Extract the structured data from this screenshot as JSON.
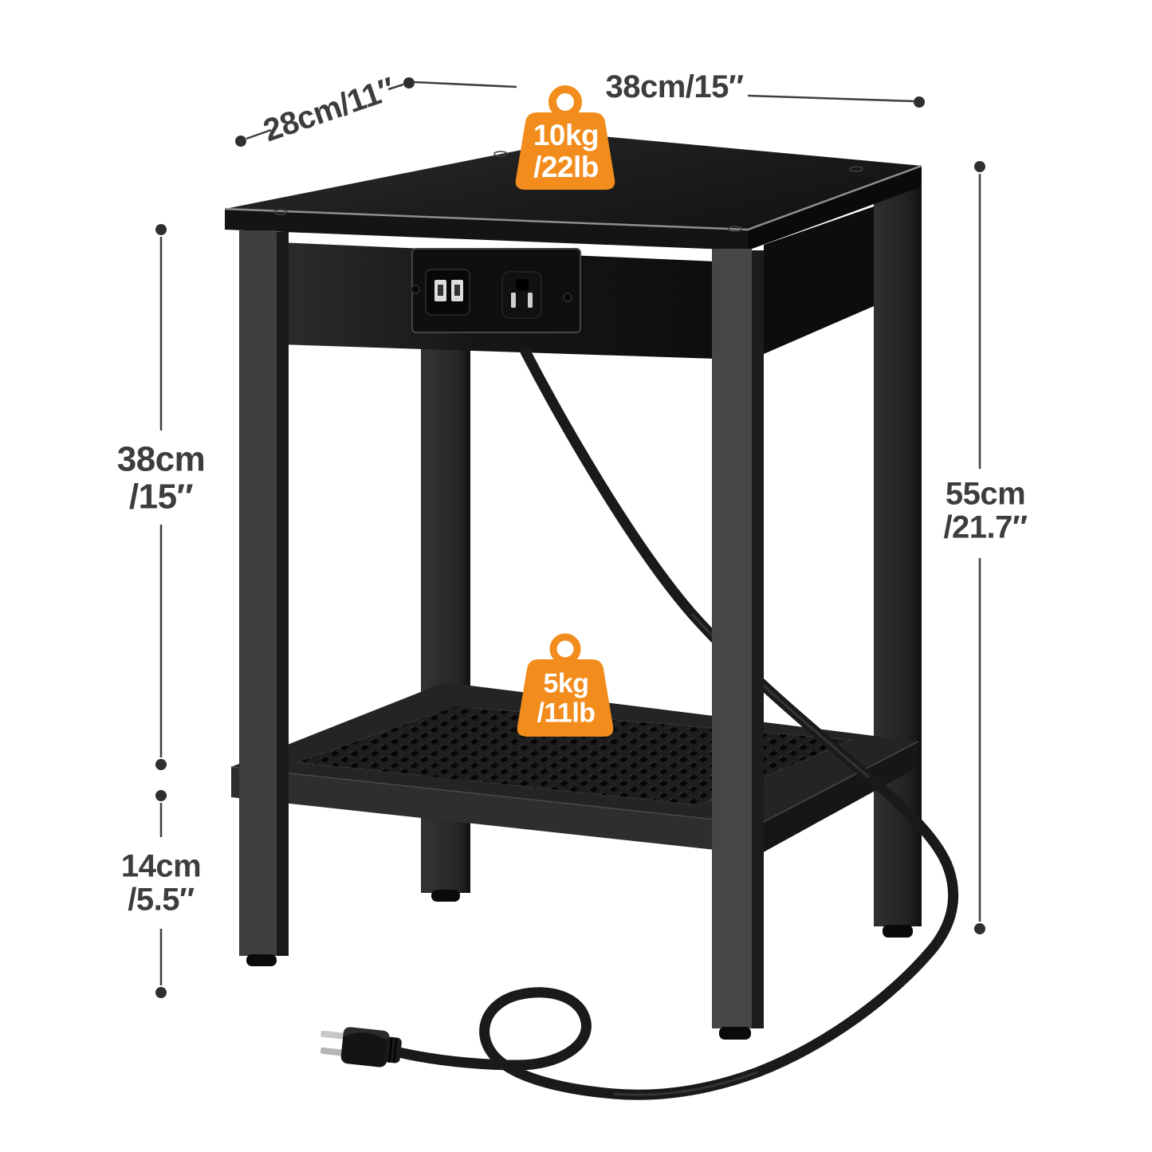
{
  "page": {
    "type": "product-dimension-diagram",
    "background": "#ffffff"
  },
  "colors": {
    "accent_orange": "#F28C1D",
    "dimension_text": "#3d3d3d",
    "table_black": "#1b1b1b",
    "background": "#ffffff"
  },
  "dimensions": {
    "top_depth": "28cm/11″",
    "top_width": "38cm/15″",
    "shelf_clearance": {
      "cm": "38cm",
      "in": "/15″"
    },
    "total_height": {
      "cm": "55cm",
      "in": "/21.7″"
    },
    "leg_height": {
      "cm": "14cm",
      "in": "/5.5″"
    }
  },
  "load_capacity": {
    "tabletop": {
      "kg": "10kg",
      "lb": "/22lb"
    },
    "shelf": {
      "kg": "5kg",
      "lb": "/11lb"
    }
  },
  "icons": {
    "tabletop_weight_badge": "kettlebell-weight-icon",
    "shelf_weight_badge": "kettlebell-weight-icon",
    "usb_ports": "dual-usb-ports-icon",
    "power_outlet": "ac-outlet-icon",
    "power_cord": "power-cord-with-plug-icon"
  }
}
